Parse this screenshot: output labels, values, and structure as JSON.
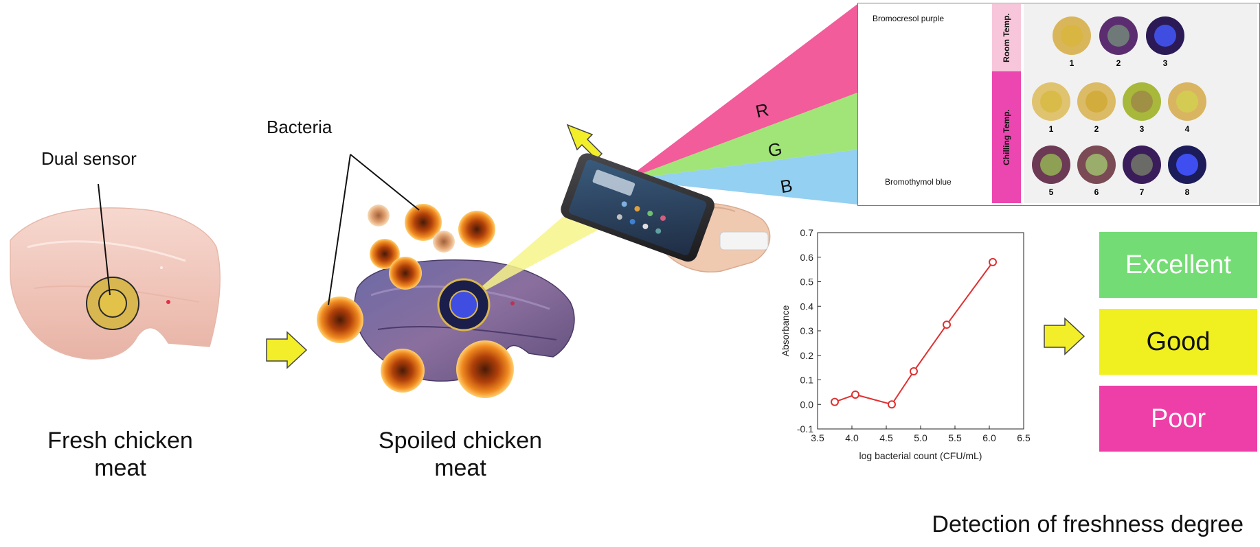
{
  "labels": {
    "dual_sensor": "Dual sensor",
    "bacteria": "Bacteria",
    "fresh_line1": "Fresh chicken",
    "fresh_line2": "meat",
    "spoiled_line1": "Spoiled chicken",
    "spoiled_line2": "meat",
    "detection": "Detection of freshness degree"
  },
  "rgb": [
    "R",
    "G",
    "B"
  ],
  "sensor_panel": {
    "outer_label": "Bromocresol purple",
    "inner_label": "Bromothymol blue",
    "room_temp_label": "Room Temp.",
    "chilling_temp_label": "Chilling Temp.",
    "room_samples": [
      {
        "number": "1",
        "outer": "#d9b65a",
        "inner": "#d8b641"
      },
      {
        "number": "2",
        "outer": "#5b2d70",
        "inner": "#6f7a78"
      },
      {
        "number": "3",
        "outer": "#2b1a55",
        "inner": "#3f4ee0"
      }
    ],
    "chilling_samples": [
      {
        "number": "1",
        "outer": "#e0c36e",
        "inner": "#d9bb4a"
      },
      {
        "number": "2",
        "outer": "#dcbb66",
        "inner": "#d2ac3c"
      },
      {
        "number": "3",
        "outer": "#a8b83a",
        "inner": "#a09046"
      },
      {
        "number": "4",
        "outer": "#d9b561",
        "inner": "#d4cc52"
      },
      {
        "number": "5",
        "outer": "#6c3a55",
        "inner": "#8ea054"
      },
      {
        "number": "6",
        "outer": "#7a4a55",
        "inner": "#9aad6a"
      },
      {
        "number": "7",
        "outer": "#3a1c5a",
        "inner": "#6a6a66"
      },
      {
        "number": "8",
        "outer": "#1c1c5a",
        "inner": "#3f4ef0"
      }
    ]
  },
  "chart_data": {
    "type": "line",
    "title": "",
    "xlabel": "log bacterial count (CFU/mL)",
    "ylabel": "Absorbance",
    "xlim": [
      3.5,
      6.5
    ],
    "ylim": [
      -0.1,
      0.7
    ],
    "xticks": [
      "3.5",
      "4.0",
      "4.5",
      "5.0",
      "5.5",
      "6.0",
      "6.5"
    ],
    "yticks": [
      "-0.1",
      "0.0",
      "0.1",
      "0.2",
      "0.3",
      "0.4",
      "0.5",
      "0.6",
      "0.7"
    ],
    "series": [
      {
        "x": [
          3.75,
          4.05,
          4.58,
          4.9,
          5.38,
          6.05
        ],
        "y": [
          0.01,
          0.04,
          0.0,
          0.135,
          0.325,
          0.58
        ],
        "color": "#e03030"
      }
    ],
    "grid": false
  },
  "grades": [
    {
      "label": "Excellent",
      "color": "#74dc74",
      "text_color": "#ffffff"
    },
    {
      "label": "Good",
      "color": "#f0f020",
      "text_color": "#111111"
    },
    {
      "label": "Poor",
      "color": "#ee3fa8",
      "text_color": "#ffffff"
    }
  ],
  "colors": {
    "arrow_yellow": "#f2ee2a",
    "beam_red": "#f0408a",
    "beam_green": "#90e060",
    "beam_blue": "#80c8ee",
    "sensor_gold": "#d8b650",
    "sensor_blue": "#3f4ee0"
  }
}
